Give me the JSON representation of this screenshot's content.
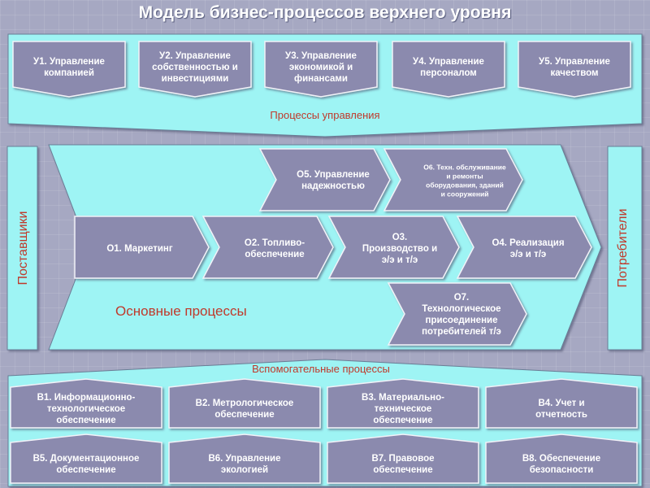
{
  "title": "Модель бизнес-процессов верхнего уровня",
  "management": {
    "label": "Процессы управления",
    "items": [
      {
        "lines": [
          "У1. Управление",
          "компанией"
        ]
      },
      {
        "lines": [
          "У2. Управление",
          "собственностью и",
          "инвестициями"
        ]
      },
      {
        "lines": [
          "У3. Управление",
          "экономикой и",
          "финансами"
        ]
      },
      {
        "lines": [
          "У4. Управление",
          "персоналом"
        ]
      },
      {
        "lines": [
          "У5. Управление",
          "качеством"
        ]
      }
    ]
  },
  "suppliers": "Поставщики",
  "consumers": "Потребители",
  "core": {
    "label": "Основные процессы",
    "o5": {
      "lines": [
        "О5. Управление",
        "надежностью"
      ]
    },
    "o6": {
      "lines": [
        "О6. Техн. обслуживание",
        "и ремонты",
        "оборудования, зданий",
        "и сооружений"
      ]
    },
    "o1": {
      "lines": [
        "О1. Маркетинг"
      ]
    },
    "o2": {
      "lines": [
        "О2. Топливо-",
        "обеспечение"
      ]
    },
    "o3": {
      "lines": [
        "О3.",
        "Производство и",
        "э/э и т/э"
      ]
    },
    "o4": {
      "lines": [
        "О4. Реализация",
        "э/э и т/э"
      ]
    },
    "o7": {
      "lines": [
        "О7.",
        "Технологическое",
        "присоединение",
        "потребителей т/э"
      ]
    }
  },
  "support": {
    "label": "Вспомогательные процессы",
    "items": [
      {
        "lines": [
          "В1. Информационно-",
          "технологическое",
          "обеспечение"
        ]
      },
      {
        "lines": [
          "В2. Метрологическое",
          "обеспечение"
        ]
      },
      {
        "lines": [
          "В3. Материально-",
          "техническое",
          "обеспечение"
        ]
      },
      {
        "lines": [
          "В4. Учет и",
          "отчетность"
        ]
      },
      {
        "lines": [
          "В5. Документационное",
          "обеспечение"
        ]
      },
      {
        "lines": [
          "В6. Управление",
          "экологией"
        ]
      },
      {
        "lines": [
          "В7. Правовое",
          "обеспечение"
        ]
      },
      {
        "lines": [
          "В8. Обеспечение",
          "безопасности"
        ]
      }
    ]
  },
  "colors": {
    "cyan": "#9ef4f4",
    "box": "#8b8aae",
    "label": "#c0392b"
  }
}
